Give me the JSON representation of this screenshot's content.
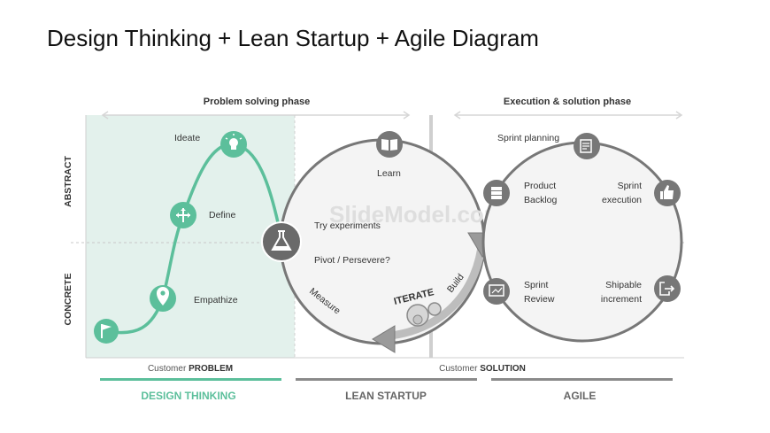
{
  "title": "Design Thinking + Lean Startup + Agile Diagram",
  "phases": {
    "problem": "Problem solving phase",
    "execution": "Execution & solution phase"
  },
  "axis": {
    "abstract": "ABSTRACT",
    "concrete": "CONCRETE"
  },
  "design_thinking": {
    "steps": [
      "Ideate",
      "Define",
      "Empathize"
    ]
  },
  "lean_startup": {
    "learn": "Learn",
    "try": "Try experiments",
    "pivot": "Pivot / Persevere?",
    "measure": "Measure",
    "build": "Build",
    "iterate": "ITERATE"
  },
  "agile": {
    "sprint_planning": "Sprint planning",
    "backlog_1": "Product",
    "backlog_2": "Backlog",
    "execution_1": "Sprint",
    "execution_2": "execution",
    "review_1": "Sprint",
    "review_2": "Review",
    "increment_1": "Shipable",
    "increment_2": "increment"
  },
  "footer": {
    "problem_prefix": "Customer ",
    "problem_bold": "PROBLEM",
    "solution_prefix": "Customer ",
    "solution_bold": "SOLUTION"
  },
  "brands": {
    "design_thinking": "DESIGN THINKING",
    "lean_startup": "LEAN STARTUP",
    "agile": "AGILE"
  },
  "watermark": "SlideModel.com",
  "colors": {
    "teal": "#5cbf9b",
    "teal_bg": "#e3f1ec",
    "gray": "#777777",
    "dark_gray": "#6a6a6a",
    "light_gray": "#cccccc"
  }
}
